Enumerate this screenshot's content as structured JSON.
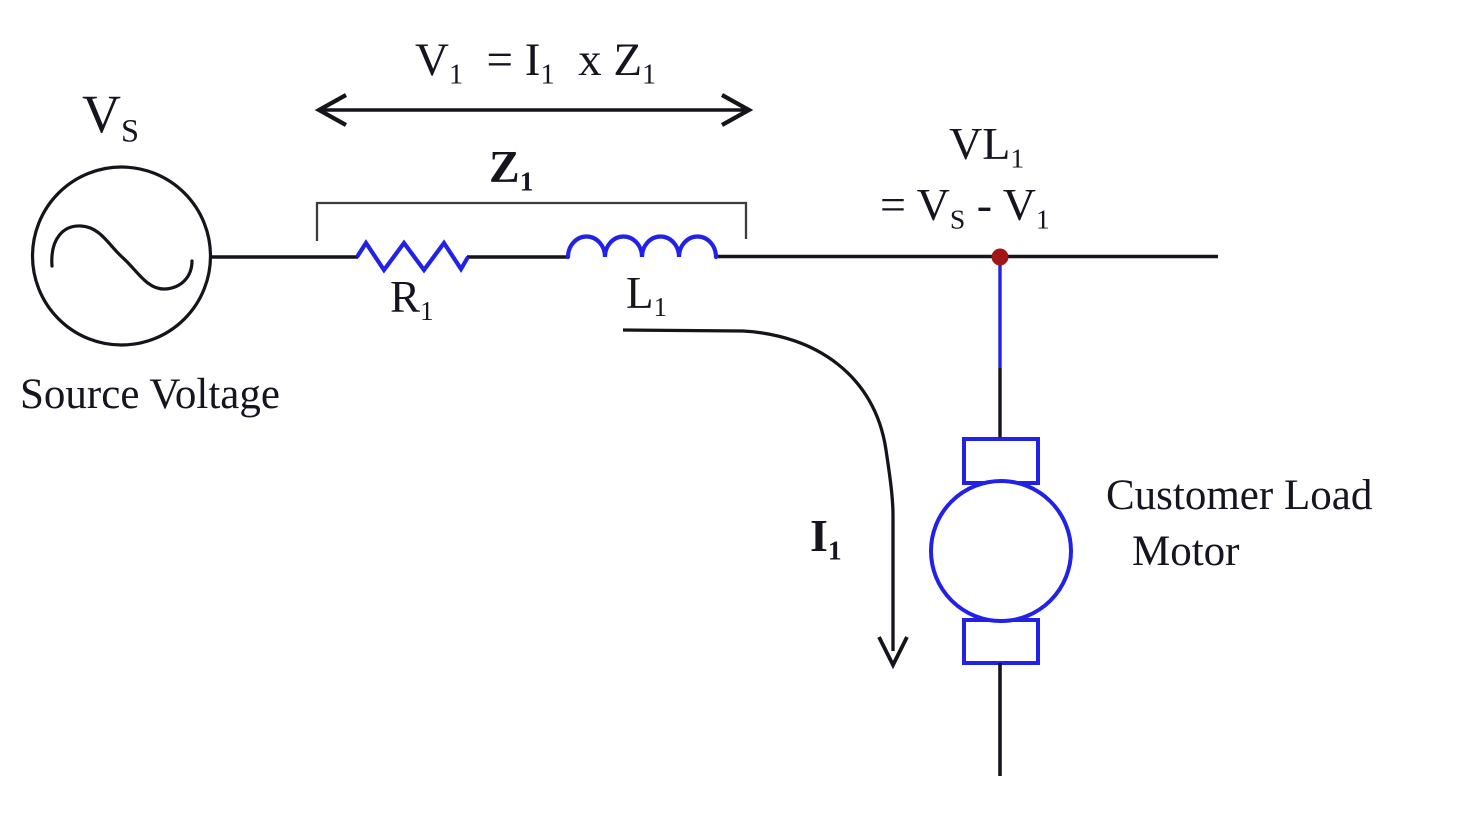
{
  "colors": {
    "wire": "#14141a",
    "component": "#2121e8",
    "node": "#a01717",
    "bracket": "#3d3d3d",
    "text": "#15151f",
    "bg": "#ffffff"
  },
  "labels": {
    "source_symbol": {
      "main": "V",
      "sub": "S"
    },
    "source_caption": "Source Voltage",
    "v1_equation": {
      "p1": "V",
      "s1": "1",
      "p2": "  = I",
      "s2": "1",
      "p3": "  x Z",
      "s3": "1"
    },
    "impedance": {
      "main": "Z",
      "sub": "1"
    },
    "resistor": {
      "main": "R",
      "sub": "1"
    },
    "inductor": {
      "main": "L",
      "sub": "1"
    },
    "load_voltage": {
      "main": "VL",
      "sub": "1"
    },
    "load_voltage_eq": {
      "p1": "= V",
      "s1": "S",
      "p2": " - V",
      "s2": "1"
    },
    "current": {
      "main": "I",
      "sub": "1"
    },
    "load_caption_line1": "Customer Load",
    "load_caption_line2": "Motor"
  }
}
